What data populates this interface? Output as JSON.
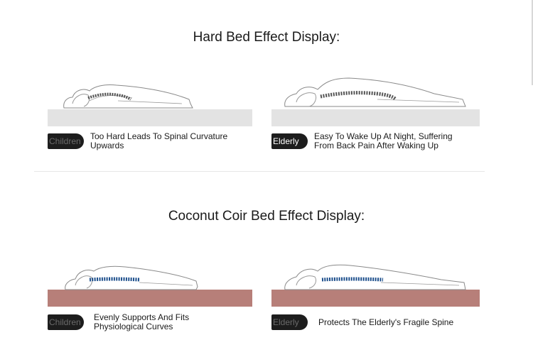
{
  "hard_section": {
    "title": "Hard Bed Effect Display:",
    "panels": [
      {
        "badge": "Children",
        "caption": "Too Hard Leads To Spinal Curvature\nUpwards"
      },
      {
        "badge": "Elderly",
        "caption": "Easy To Wake Up At Night, Suffering\nFrom Back Pain After Waking Up"
      }
    ]
  },
  "coir_section": {
    "title": "Coconut Coir Bed Effect Display:",
    "panels": [
      {
        "badge": "Children",
        "caption": "Evenly Supports And Fits\nPhysiological Curves"
      },
      {
        "badge": "Elderly",
        "caption": "Protects The Elderly's Fragile Spine"
      }
    ]
  },
  "colors": {
    "hard_mattress": "#e3e3e3",
    "coir_mattress": "#b77f79",
    "spine_hard": "#555555",
    "spine_supported": "#1d4f8c",
    "badge_bg": "#1d1d1d"
  }
}
